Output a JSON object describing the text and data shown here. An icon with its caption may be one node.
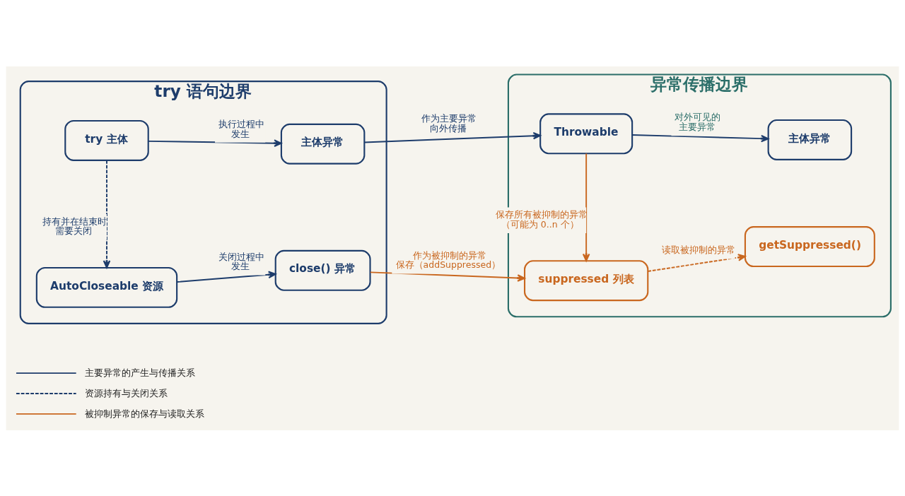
{
  "diagram": {
    "nodes": [
      {
        "text": [
          "try 语句边界"
        ]
      },
      {
        "text": [
          "try 主体"
        ],
        "in": 0
      },
      {
        "text": [
          "主体异常"
        ],
        "in": 0
      },
      {
        "text": [
          "AutoCloseable 资源"
        ],
        "in": 0
      },
      {
        "text": [
          "close() 异常"
        ],
        "in": 0
      },
      {
        "text": [
          "异常传播边界"
        ]
      },
      {
        "text": [
          "Throwable"
        ],
        "in": 5
      },
      {
        "text": [
          "主体异常"
        ],
        "in": 5
      },
      {
        "text": [
          "suppressed 列表"
        ],
        "in": 5
      },
      {
        "text": [
          "getSuppressed()"
        ],
        "in": 5
      }
    ],
    "edges": [
      {
        "from": 1,
        "to": 2,
        "arrow": "to",
        "label": "执行过程中发生"
      },
      {
        "from": 2,
        "to": 6,
        "arrow": "to",
        "label": "作为主要异常向外传播"
      },
      {
        "from": 6,
        "to": 7,
        "arrow": "to",
        "label": "对外可见的主要异常"
      },
      {
        "from": 1,
        "to": 3,
        "arrow": "to",
        "label": "持有并在结束时需要关闭",
        "style": "dashed"
      },
      {
        "from": 6,
        "to": 8,
        "arrow": "to",
        "label": "保存所有被抑制的异常（可能为 0..n 个）",
        "color": "#c9671f"
      },
      {
        "from": 3,
        "to": 4,
        "arrow": "to",
        "label": "关闭过程中发生"
      },
      {
        "from": 4,
        "to": 8,
        "arrow": "to",
        "label": "作为被抑制的异常保存（addSuppressed）",
        "color": "#c9671f"
      },
      {
        "from": 8,
        "to": 9,
        "arrow": "to",
        "label": "读取被抑制的异常",
        "style": "dashed",
        "color": "#c9671f"
      }
    ],
    "legend": [
      {
        "text": "主要异常的产生与传播关系"
      },
      {
        "text": "资源持有与关闭关系"
      },
      {
        "text": "被抑制异常的保存与读取关系"
      }
    ]
  }
}
